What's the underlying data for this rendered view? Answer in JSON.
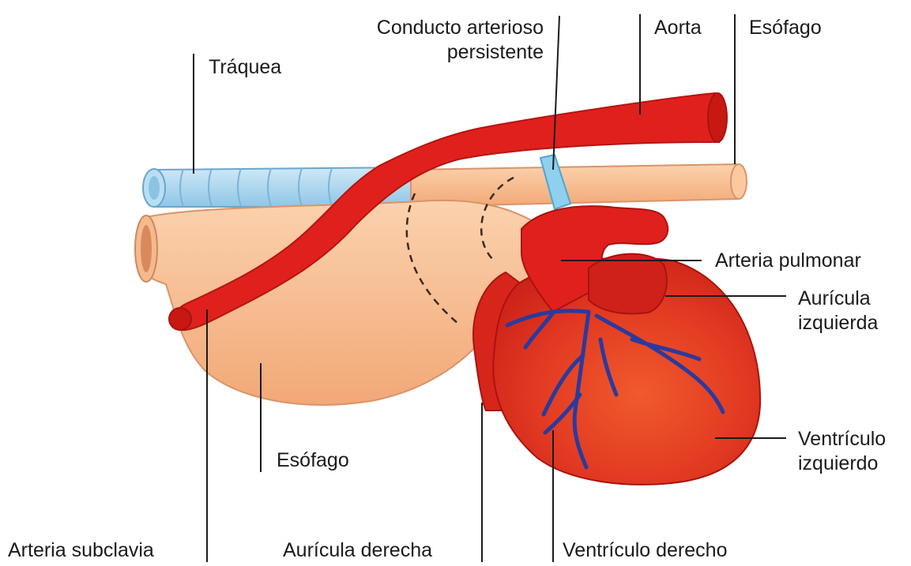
{
  "labels": {
    "conducto": [
      "Conducto arterioso",
      "persistente"
    ],
    "aorta": "Aorta",
    "esofago_top": "Esófago",
    "traquea": "Tráquea",
    "arteria_pulmonar": "Arteria pulmonar",
    "auricula_izquierda": [
      "Aurícula",
      "izquierda"
    ],
    "ventriculo_izquierdo": [
      "Ventrículo",
      "izquierdo"
    ],
    "esofago_bottom": "Esófago",
    "arteria_subclavia": "Arteria subclavia",
    "auricula_derecha": "Aurícula derecha",
    "ventriculo_derecho": "Ventrículo derecho"
  },
  "colors": {
    "aorta": "#e0201c",
    "heart": "#dc2a1f",
    "heart_highlight": "#f25a2e",
    "esophagus": "#f6b98c",
    "trachea": "#a9d6f0",
    "ductus": "#8fd0ee",
    "vessels": "#2b3a9c",
    "leader_lines": "#1b1b1b"
  }
}
